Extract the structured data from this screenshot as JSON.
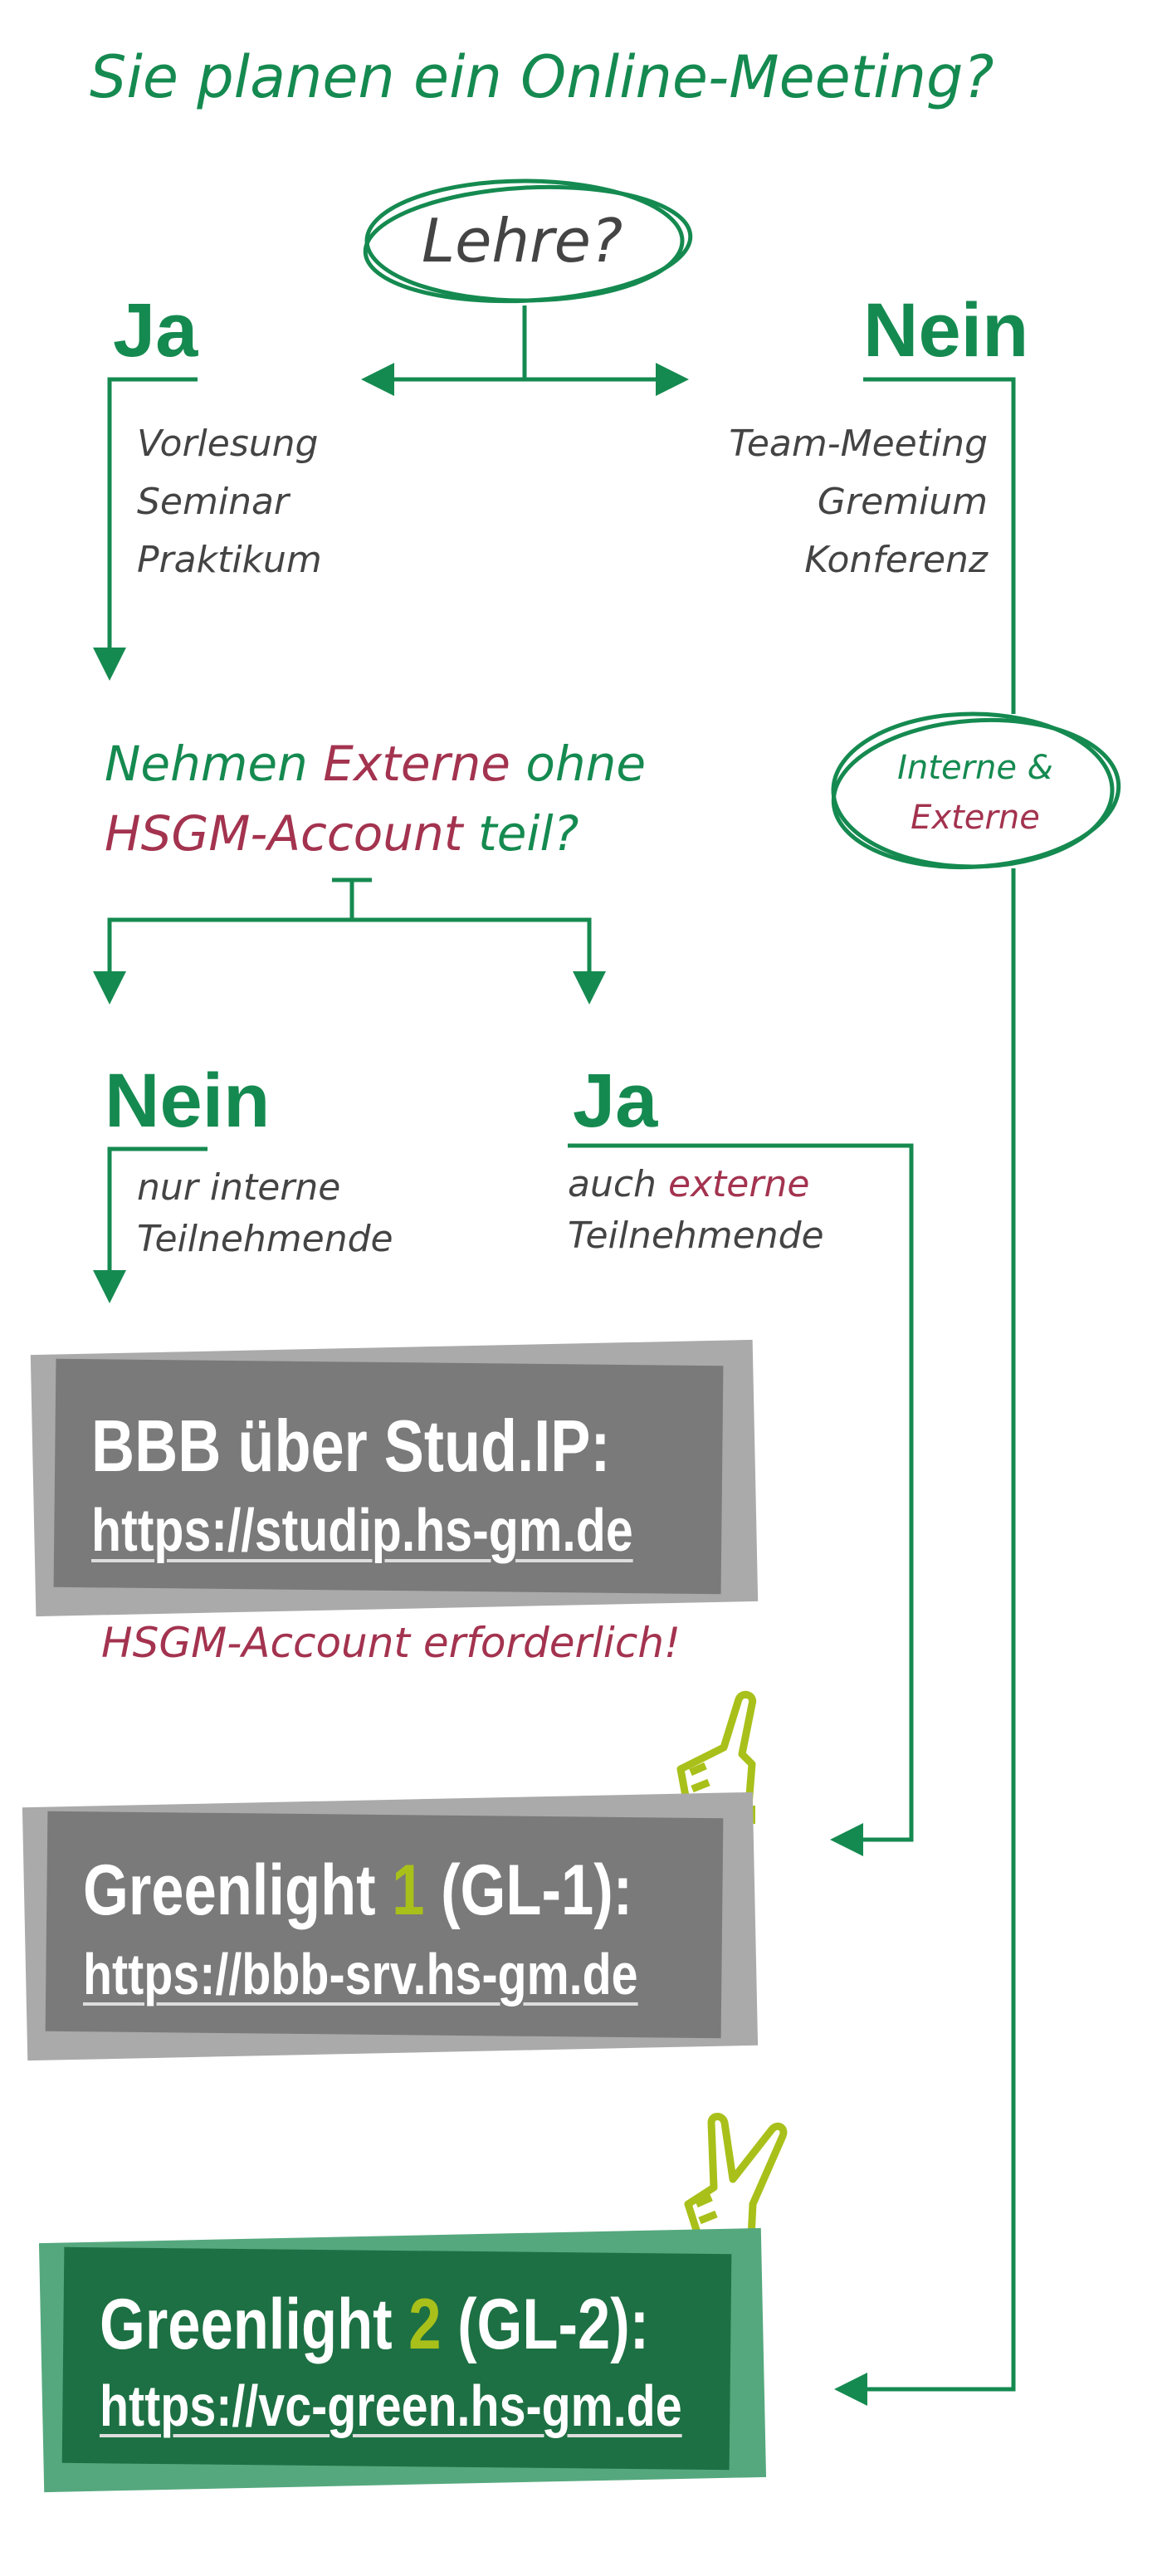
{
  "title": "Sie planen ein Online-Meeting?",
  "question1": "Lehre?",
  "branch_yes": {
    "label": "Ja",
    "items": [
      "Vorlesung",
      "Seminar",
      "Praktikum"
    ]
  },
  "branch_no": {
    "label": "Nein",
    "items": [
      "Team-Meeting",
      "Gremium",
      "Konferenz"
    ],
    "bubble_line1": "Interne &",
    "bubble_line2": "Externe"
  },
  "question2": {
    "part1": "Nehmen",
    "part2": "Externe",
    "part3": "ohne",
    "part4": "HSGM-Account",
    "part5": "teil?"
  },
  "sub_no": {
    "label": "Nein",
    "line1": "nur interne",
    "line2": "Teilnehmende"
  },
  "sub_yes": {
    "label": "Ja",
    "line1a": "auch",
    "line1b": "externe",
    "line2": "Teilnehmende"
  },
  "box_studip": {
    "title": "BBB über Stud.IP:",
    "url": "https://studip.hs-gm.de",
    "note": "HSGM-Account erforderlich!"
  },
  "box_gl1": {
    "title_a": "Greenlight",
    "num": "1",
    "title_b": "(GL-1):",
    "url": "https://bbb-srv.hs-gm.de"
  },
  "box_gl2": {
    "title_a": "Greenlight",
    "num": "2",
    "title_b": "(GL-2):",
    "url": "https://vc-green.hs-gm.de"
  },
  "colors": {
    "green": "#158a50",
    "maroon": "#a3334f",
    "lime": "#a9c01a",
    "gray_box": "#7a7a7a",
    "green_box": "#1d7043"
  }
}
